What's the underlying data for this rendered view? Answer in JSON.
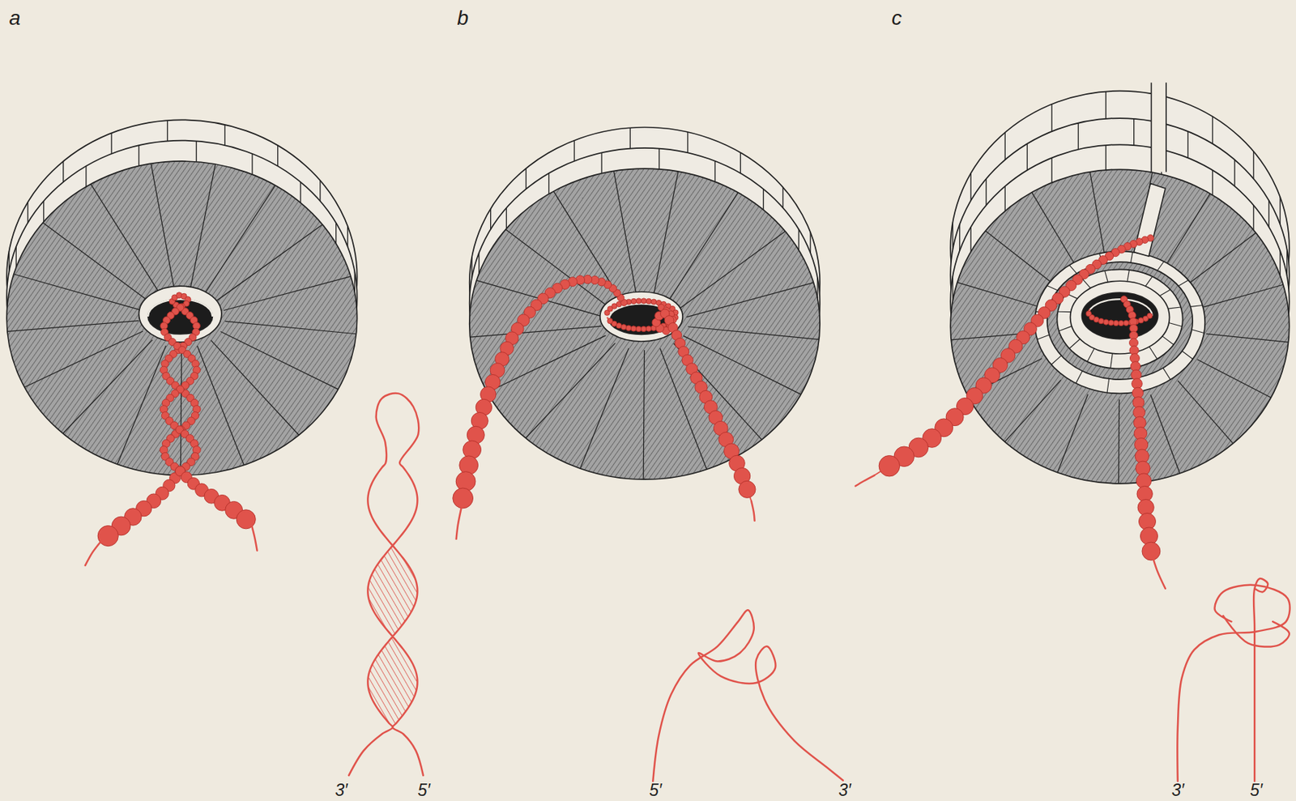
{
  "diagram": {
    "labels": [
      "a",
      "b",
      "c",
      "3′",
      "5′",
      "5′",
      "3′",
      "3′",
      "5′"
    ]
  }
}
